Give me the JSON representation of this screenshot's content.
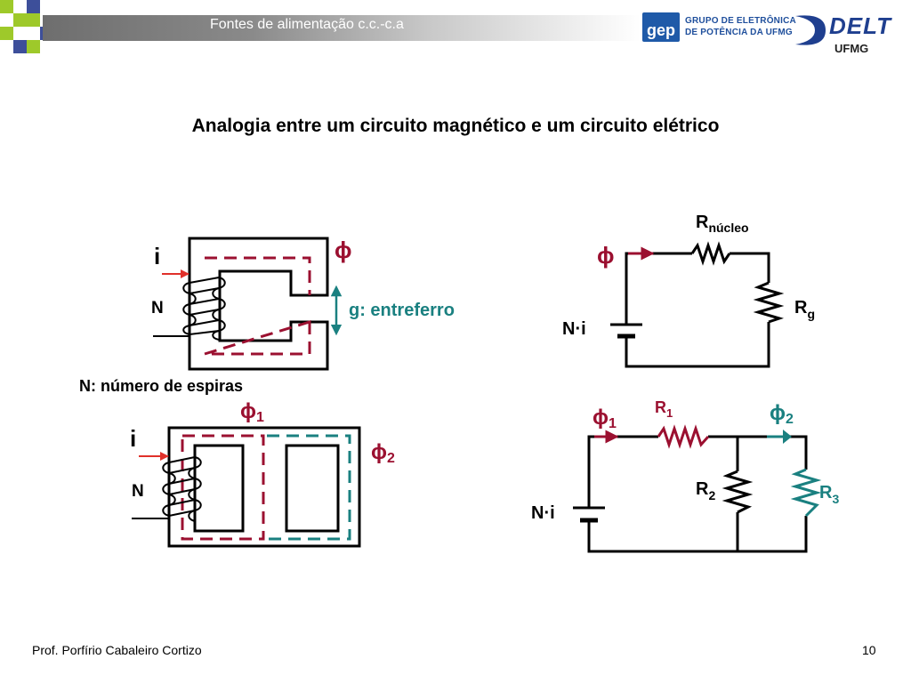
{
  "header": {
    "title": "Fontes de alimentação c.c.-c.a",
    "logo_gep": "gep",
    "logo_gep_text_1": "GRUPO DE ELETRÔNICA",
    "logo_gep_text_2": "DE POTÊNCIA DA UFMG",
    "logo_delt": "DELT",
    "logo_ufmg": "UFMG"
  },
  "slide": {
    "title": "Analogia entre um circuito magnético e um circuito elétrico"
  },
  "diagram_top_left": {
    "current": "i",
    "turns": "N",
    "flux": "ϕ",
    "gap_label": "g: entreferro",
    "turns_caption": "N: número de espiras"
  },
  "diagram_top_right": {
    "flux": "ϕ",
    "r_core": "R",
    "r_core_sub": "núcleo",
    "r_gap": "R",
    "r_gap_sub": "g",
    "source": "N·i"
  },
  "diagram_bottom_left": {
    "current": "i",
    "turns": "N",
    "flux1": "ϕ",
    "flux1_sub": "1",
    "flux2": "ϕ",
    "flux2_sub": "2"
  },
  "diagram_bottom_right": {
    "flux1": "ϕ",
    "flux1_sub": "1",
    "flux2": "ϕ",
    "flux2_sub": "2",
    "r1": "R",
    "r1_sub": "1",
    "r2": "R",
    "r2_sub": "2",
    "r3": "R",
    "r3_sub": "3",
    "source": "N·i"
  },
  "colors": {
    "flux_red": "#9b1030",
    "flux_teal": "#1a8080",
    "arrow_red": "#e0302a",
    "header_squares_green": "#9ec92a",
    "header_squares_blue": "#3d4f9a"
  },
  "footer": {
    "author": "Prof. Porfírio Cabaleiro Cortizo",
    "page": "10"
  }
}
